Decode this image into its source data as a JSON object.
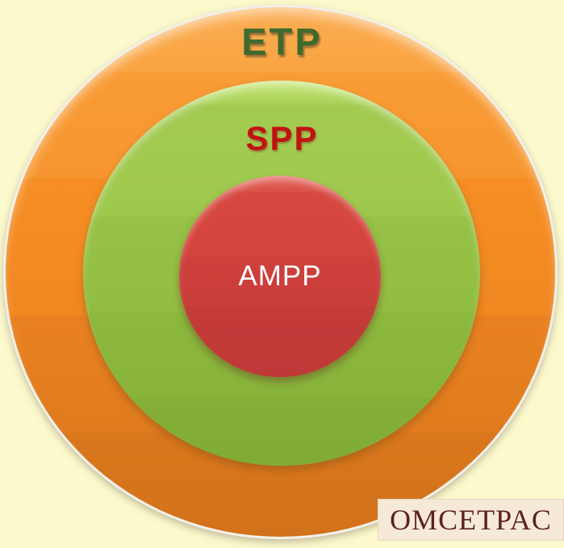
{
  "page": {
    "background_color": "#FCF9CD"
  },
  "diagram": {
    "type": "concentric-circles",
    "rings": [
      {
        "label": "ETP",
        "label_color": "#3F6A2C",
        "fill_top": "#FAA84C",
        "fill_bottom": "#D2721B"
      },
      {
        "label": "SPP",
        "label_color": "#C11313",
        "fill_top": "#A9D057",
        "fill_bottom": "#7FAB36"
      },
      {
        "label": "AMPP",
        "label_color": "#FFFFFF",
        "fill_top": "#DA4F47",
        "fill_bottom": "#BF3938"
      }
    ]
  },
  "watermark": {
    "text": "OMCETPAC",
    "color": "#5D2121",
    "background_color": "#F6EAD7"
  }
}
